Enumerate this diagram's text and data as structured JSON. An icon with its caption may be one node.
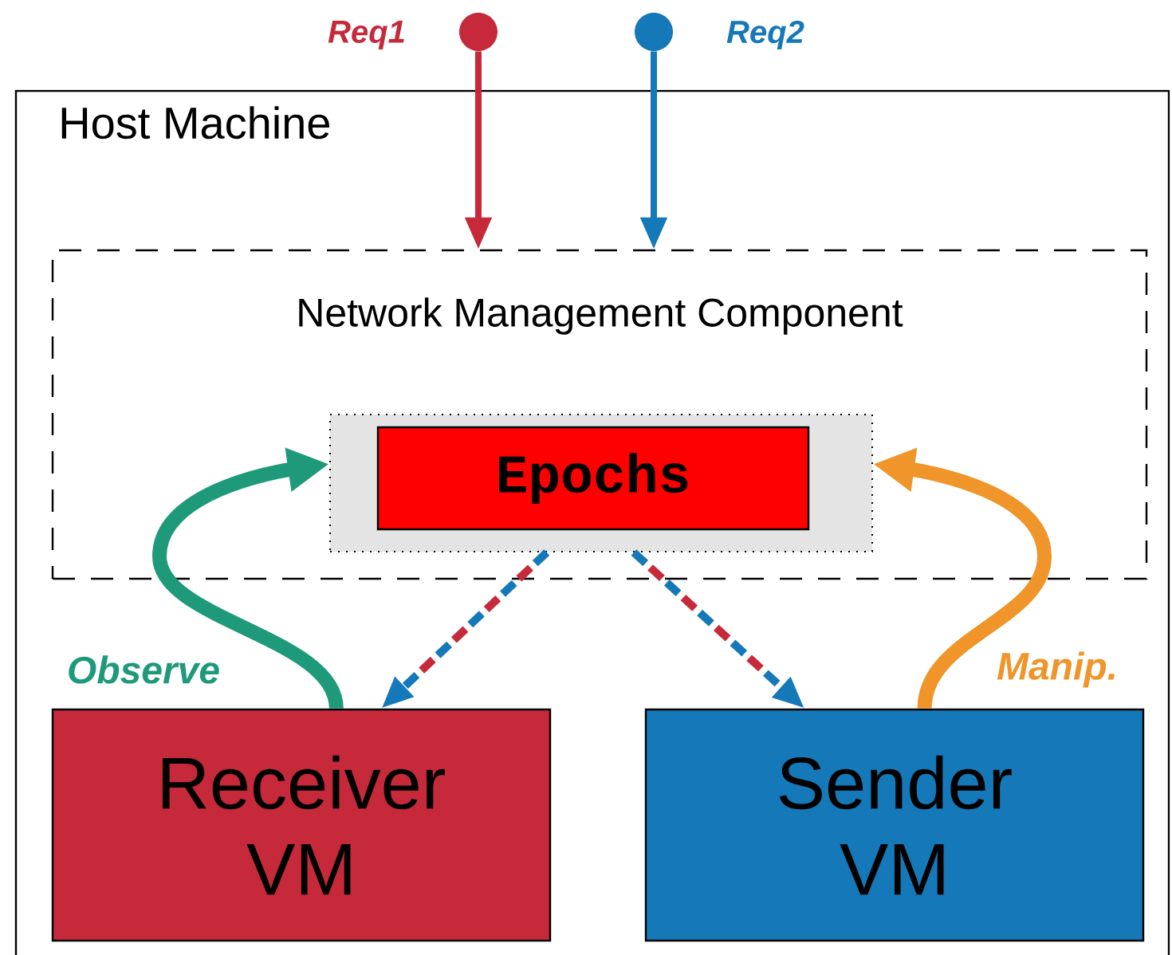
{
  "diagram": {
    "nodes": [
      {
        "text": [
          "Host Machine"
        ]
      },
      {
        "text": [
          "Network Management Component"
        ],
        "in": 0
      },
      {
        "text": [],
        "shape": "box",
        "in": 1
      },
      {
        "text": [
          "Epochs"
        ],
        "in": 2
      },
      {
        "text": [
          "Receiver VM"
        ],
        "in": 0
      },
      {
        "text": [
          "Sender VM"
        ],
        "in": 0
      },
      {
        "text": [],
        "shape": "circle",
        "beside": [
          "Req1"
        ]
      },
      {
        "text": [],
        "shape": "circle",
        "beside": [
          "Req2"
        ]
      }
    ],
    "edges": [
      {
        "from": 6,
        "to": 1,
        "arrow": "to",
        "color": "#c62a3a"
      },
      {
        "from": 7,
        "to": 1,
        "arrow": "to",
        "color": "#1578b8"
      },
      {
        "from": 2,
        "to": 4,
        "arrow": "to",
        "style": "dashed",
        "color": "#1578b8"
      },
      {
        "from": 2,
        "to": 5,
        "arrow": "to",
        "style": "dashed",
        "color": "#1578b8"
      },
      {
        "from": 4,
        "to": 2,
        "arrow": "to",
        "label": "Observe",
        "style": "thick",
        "color": "#1e9a7a"
      },
      {
        "from": 5,
        "to": 2,
        "arrow": "to",
        "label": "Manip.",
        "style": "thick",
        "color": "#ef9529"
      }
    ]
  }
}
